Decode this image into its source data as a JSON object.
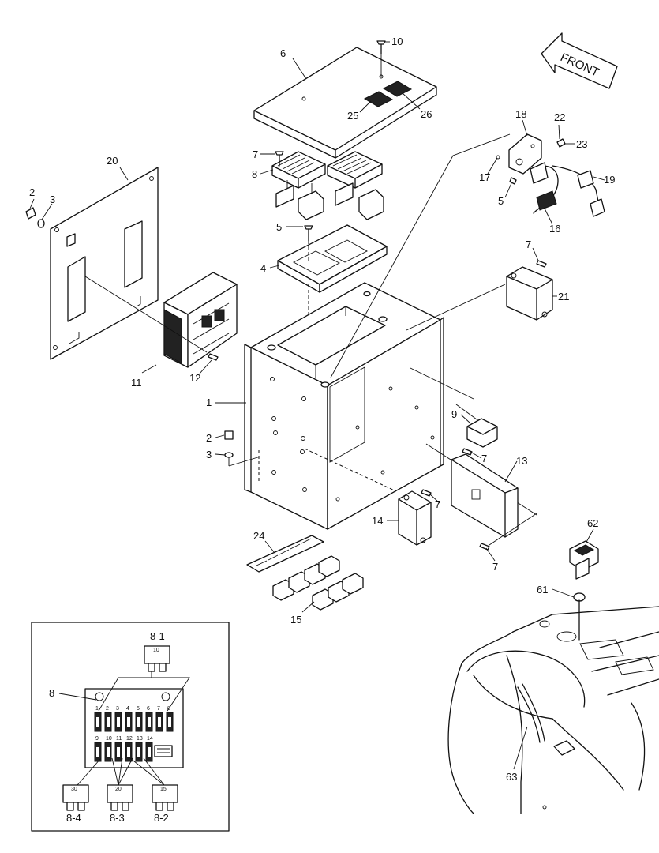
{
  "direction_label": "FRONT",
  "callouts": {
    "c1": "1",
    "c2a": "2",
    "c2b": "2",
    "c3a": "3",
    "c3b": "3",
    "c4": "4",
    "c5a": "5",
    "c5b": "5",
    "c6": "6",
    "c7a": "7",
    "c7b": "7",
    "c7c": "7",
    "c7d": "7",
    "c7e": "7",
    "c8": "8",
    "c8i": "8",
    "c9": "9",
    "c10": "10",
    "c11": "11",
    "c12": "12",
    "c13": "13",
    "c14": "14",
    "c15": "15",
    "c16": "16",
    "c17": "17",
    "c18": "18",
    "c19": "19",
    "c20": "20",
    "c21": "21",
    "c22": "22",
    "c23": "23",
    "c24": "24",
    "c25": "25",
    "c26": "26",
    "c61": "61",
    "c62": "62",
    "c63": "63",
    "c81": "8-1",
    "c82": "8-2",
    "c83": "8-3",
    "c84": "8-4"
  },
  "fuse_ratings": {
    "f81": "10",
    "f82": "15",
    "f83": "20",
    "f84": "30"
  },
  "fuse_slot_numbers": {
    "top": [
      "1",
      "2",
      "3",
      "4",
      "5",
      "6",
      "7",
      "8"
    ],
    "bottom": [
      "9",
      "10",
      "11",
      "12",
      "13",
      "14"
    ]
  }
}
